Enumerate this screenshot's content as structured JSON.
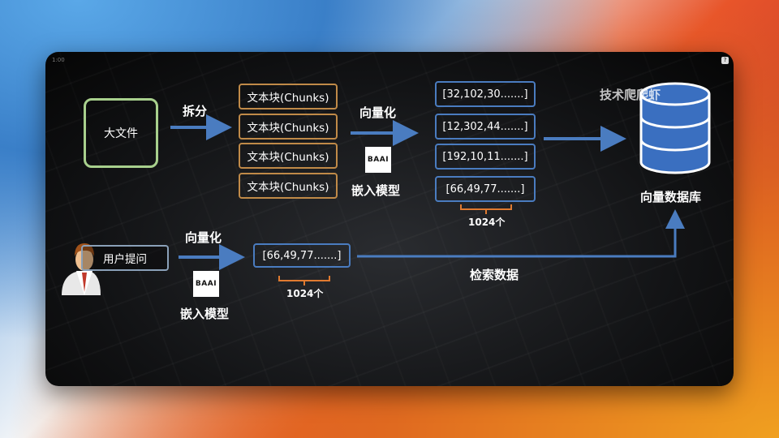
{
  "window": {
    "time": "1:00",
    "help_icon": "?"
  },
  "nodes": {
    "big_file": "大文件",
    "split_label": "拆分",
    "chunks": [
      "文本块(Chunks)",
      "文本块(Chunks)",
      "文本块(Chunks)",
      "文本块(Chunks)"
    ],
    "vectorize_label_top": "向量化",
    "embed_model_top": "嵌入模型",
    "vectors": [
      "[32,102,30.......]",
      "[12,302,44.......]",
      "[192,10,11.......]",
      "[66,49,77.......]"
    ],
    "dim_top": "1024个",
    "vector_db": "向量数据库",
    "user_query": "用户提问",
    "vectorize_label_bottom": "向量化",
    "embed_model_bottom": "嵌入模型",
    "query_vector": "[66,49,77.......]",
    "dim_bottom": "1024个",
    "retrieve_label": "检索数据",
    "baai_logo": "BAAI"
  },
  "watermark": "技术爬爬虾",
  "colors": {
    "arrow": "#4a7cc0",
    "chunk_border": "#c08a48",
    "file_border": "#a8d08d",
    "brace": "#e07a30",
    "db_fill": "#3a6fc0"
  }
}
